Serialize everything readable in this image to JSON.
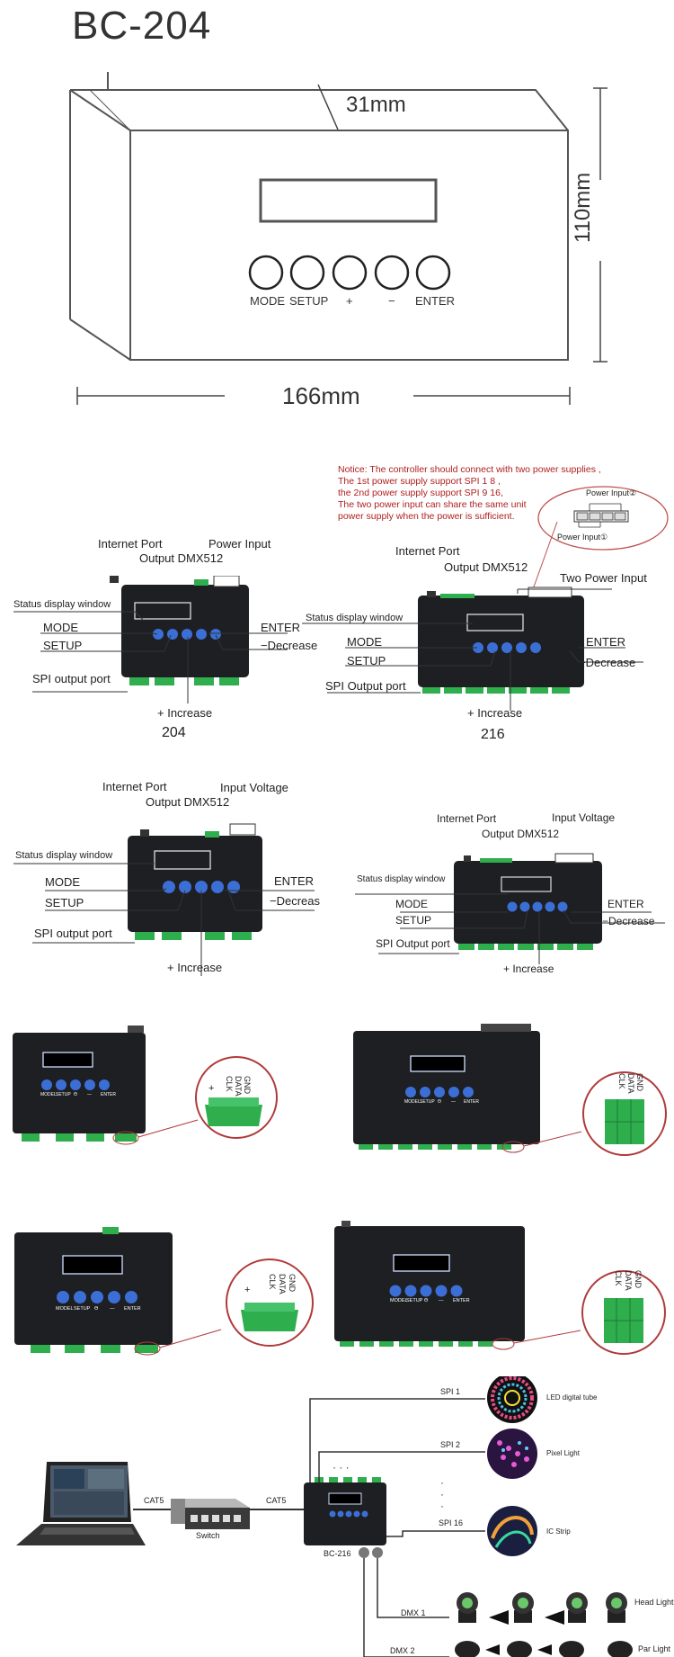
{
  "dimension_drawing": {
    "title": "BC-204",
    "width_label": "166mm",
    "height_label": "110mm",
    "depth_label": "31mm",
    "button_labels": [
      "MODE",
      "SETUP",
      "+",
      "−",
      "ENTER"
    ]
  },
  "panel_204": {
    "internet_port": "Internet Port",
    "output_dmx": "Output DMX512",
    "power_input": "Power Input",
    "status_window": "Status display window",
    "mode": "MODE",
    "setup": "SETUP",
    "enter": "ENTER",
    "decrease": "Decrease",
    "spi_output": "SPI output port",
    "increase": "Increase",
    "caption": "204"
  },
  "panel_216": {
    "notice": [
      "Notice: The controller should connect with two power supplies ,",
      "The 1st power supply support SPI 1  8 ,",
      "the 2nd power supply support SPI 9  16,",
      "The two power input can share the same unit",
      "power supply when the power is sufficient."
    ],
    "power_input_2": "Power Input②",
    "power_input_1": "Power Input①",
    "internet_port": "Internet Port",
    "output_dmx": "Output DMX512",
    "two_power_input": "Two Power Input",
    "status_window": "Status display window",
    "mode": "MODE",
    "setup": "SETUP",
    "enter": "ENTER",
    "decrease": "Decrease",
    "spi_output": "SPI Output port",
    "increase": "Increase",
    "caption": "216"
  },
  "panel_204b": {
    "internet_port": "Internet Port",
    "output_dmx": "Output DMX512",
    "input_voltage": "Input Voltage",
    "status_window": "Status display window",
    "mode": "MODE",
    "setup": "SETUP",
    "enter": "ENTER",
    "decrease": "Decreas",
    "spi_output": "SPI output port",
    "increase": "Increase"
  },
  "panel_216b": {
    "internet_port": "Internet Port",
    "output_dmx": "Output DMX512",
    "input_voltage": "Input Voltage",
    "status_window": "Status display window",
    "mode": "MODE",
    "setup": "SETUP",
    "enter": "ENTER",
    "decrease": "Decrease",
    "spi_output": "SPI Output port",
    "increase": "Increase"
  },
  "terminal": {
    "gnd": "GND",
    "data": "DATA",
    "clk": "CLK",
    "plus": "+"
  },
  "photo_buttons": [
    "MODEL",
    "SETUP",
    "Θ",
    "—",
    "ENTER"
  ],
  "wiring": {
    "cat5_a": "CAT5",
    "cat5_b": "CAT5",
    "switch": "Switch",
    "controller": "BC-216",
    "spi1": "SPI 1",
    "spi2": "SPI 2",
    "spi16": "SPI 16",
    "led_tube": "LED digital tube",
    "pixel_light": "Pixel Light",
    "ic_strip": "IC Strip",
    "dmx1": "DMX 1",
    "dmx2": "DMX 2",
    "head_light": "Head Light",
    "par_light": "Par Light"
  },
  "colors": {
    "button_blue": "#3b6fd6",
    "terminal_green": "#2fae4e",
    "device_black": "#1d1f22",
    "notice_red": "#b02020",
    "circle_red": "#b03a3a"
  }
}
